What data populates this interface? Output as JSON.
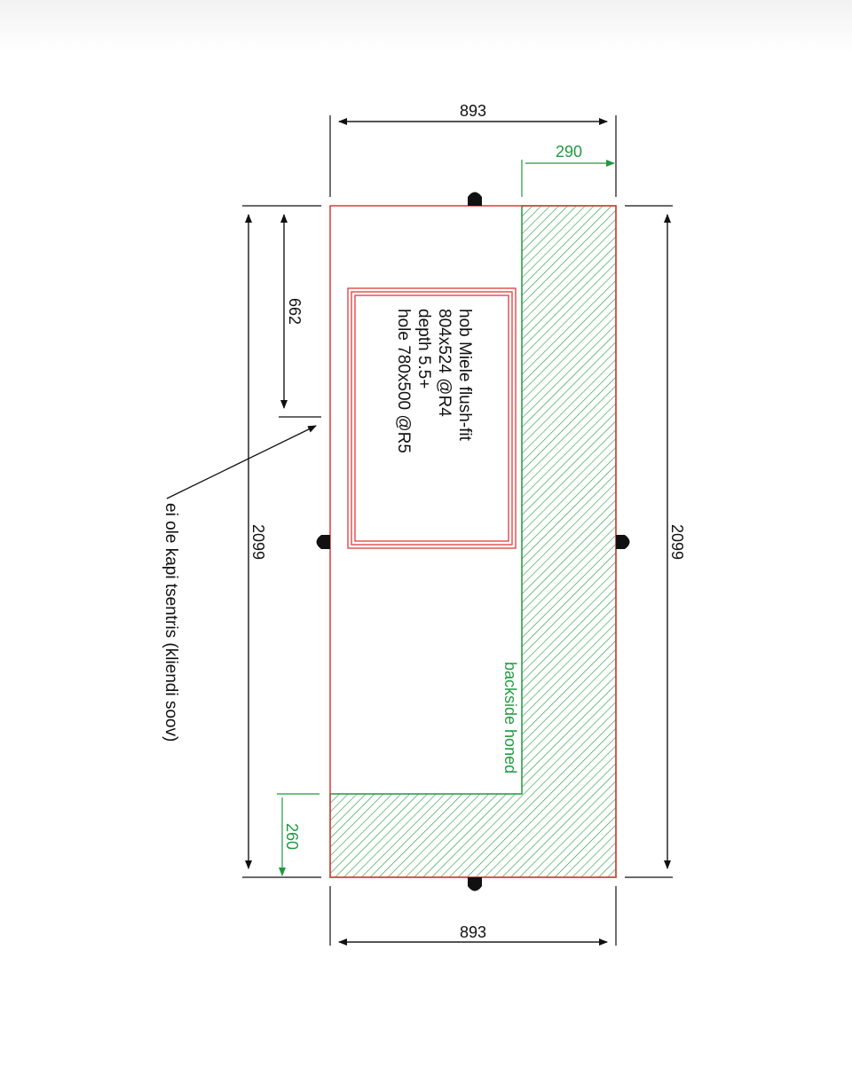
{
  "dimensions": {
    "width_top": "893",
    "width_bottom": "893",
    "height_left": "2099",
    "height_right": "2099",
    "offset_left": "662",
    "hatch_top_width": "290",
    "hatch_bottom_height": "260"
  },
  "hob_note": {
    "line1": "hob Miele flush-fit",
    "line2": "804x524 @R4",
    "line3": "depth 5.5+",
    "line4": "hole 780x500 @R5"
  },
  "hatch_label": "backside honed",
  "callout": "ei ole kapi tsentris (kliendi soov)",
  "colors": {
    "outline": "#e03a3a",
    "hatch": "#1f9a3f",
    "dim": "#111111"
  }
}
